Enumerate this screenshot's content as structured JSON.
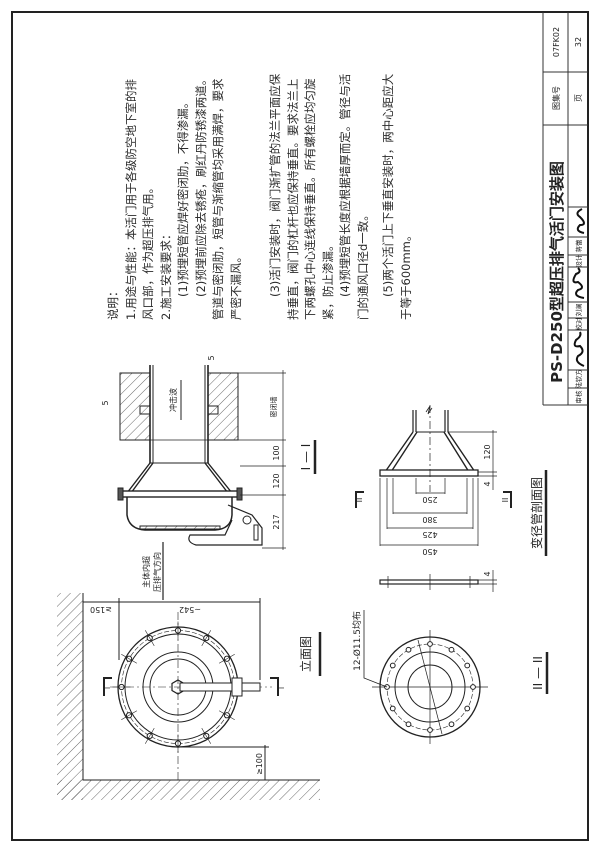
{
  "title_block": {
    "title": "PS-D250型超压排气活门安装图",
    "atlas_no_label": "图集号",
    "atlas_no": "07FK02",
    "page_label": "页",
    "page_no": "32",
    "review_label": "审核",
    "review_name": "陆钦方",
    "check_label": "校对",
    "check_name": "刘澜",
    "design_label": "设计",
    "design_name": "蒋蕾"
  },
  "notes": {
    "heading": "说明：",
    "lines": [
      "1.用途与性能：本活门用于各级防空地下室的排",
      "风口部，作为超压排气用。",
      "2.施工安装要求：",
      "(1)预埋短管应焊好密闭肋，不得渗漏。",
      "(2)预埋前应除去锈疮，刷红丹防锈漆两道。",
      "管道与密闭肋，短管与渐缩管均采用满焊，要求",
      "严密不漏风。",
      "(3)活门安装时，阀门渐扩管的法兰平面应保",
      "持垂直，阀门的杠杆也应保持垂直。要求法兰上",
      "下两螺孔中心连线保持垂直。所有螺栓应均匀旋",
      "紧，防止渗漏。",
      "(4)预埋短管长度应根据墙厚而定。管径与活",
      "门的通风口径d一致。",
      "(5)两个活门上下垂直安装时，两中心距应大",
      "于等于600mm。"
    ]
  },
  "section_1": {
    "label": "I — I",
    "shockwave": "冲击波",
    "wall": "密闭墙",
    "exhaust_dir_1": "主体内超",
    "exhaust_dir_2": "压排气方向",
    "dim_5a": "5",
    "dim_5b": "5",
    "dim_100": "100",
    "dim_120": "120",
    "dim_217": "217"
  },
  "reducer": {
    "label": "变径管剖面图",
    "dim_250": "250",
    "dim_380": "380",
    "dim_425": "425",
    "dim_450": "450",
    "dim_120": "120",
    "dim_4a": "4",
    "dim_4b": "4",
    "cut_mark": "II"
  },
  "elevation": {
    "label": "立面图",
    "dim_542": "~542",
    "dim_150": "≥150",
    "dim_100": "≥100",
    "cut_mark": "I"
  },
  "section_2": {
    "label": "II — II",
    "holes": "12-Ø11.5均布"
  }
}
